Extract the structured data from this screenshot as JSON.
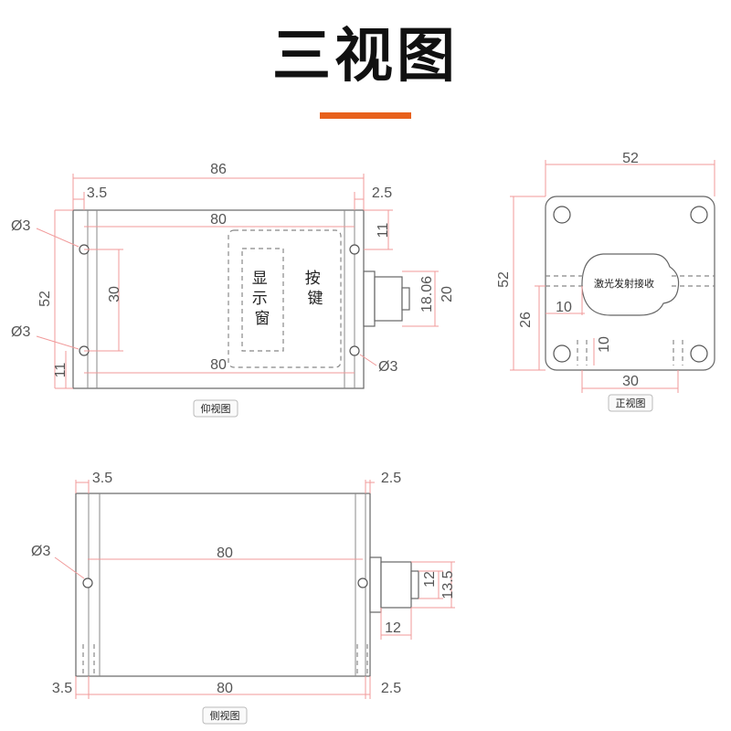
{
  "title": "三视图",
  "colors": {
    "accent": "#e8611c",
    "dimension_line": "#f19a9a",
    "background": "#ffffff"
  },
  "bottom_view": {
    "caption": "仰视图",
    "dims": {
      "overall_length": "86",
      "left_offset": "3.5",
      "right_offset": "2.5",
      "hole_spacing_top": "80",
      "hole_spacing_bottom": "80",
      "top_inset": "11",
      "bottom_inset": "11",
      "height": "52",
      "hole_vertical": "30",
      "hole_dia_1": "Ø3",
      "hole_dia_2": "Ø3",
      "hole_dia_3": "Ø3",
      "connector_dim_1": "18.06",
      "connector_dim_2": "20"
    },
    "display_label": "显示窗",
    "button_label": "按键"
  },
  "front_view": {
    "caption": "正视图",
    "dims": {
      "width": "52",
      "height": "52",
      "window_offset": "10",
      "window_height": "26",
      "slot_height": "10",
      "slot_spacing": "30"
    },
    "laser_label": "激光发射接收"
  },
  "side_view": {
    "caption": "侧视图",
    "dims": {
      "left_offset_top": "3.5",
      "right_offset_top": "2.5",
      "hole_spacing": "80",
      "hole_dia": "Ø3",
      "connector_w": "12",
      "connector_h1": "12",
      "connector_h2": "13.5",
      "left_offset_bottom": "3.5",
      "length_bottom": "80",
      "right_offset_bottom": "2.5"
    }
  }
}
